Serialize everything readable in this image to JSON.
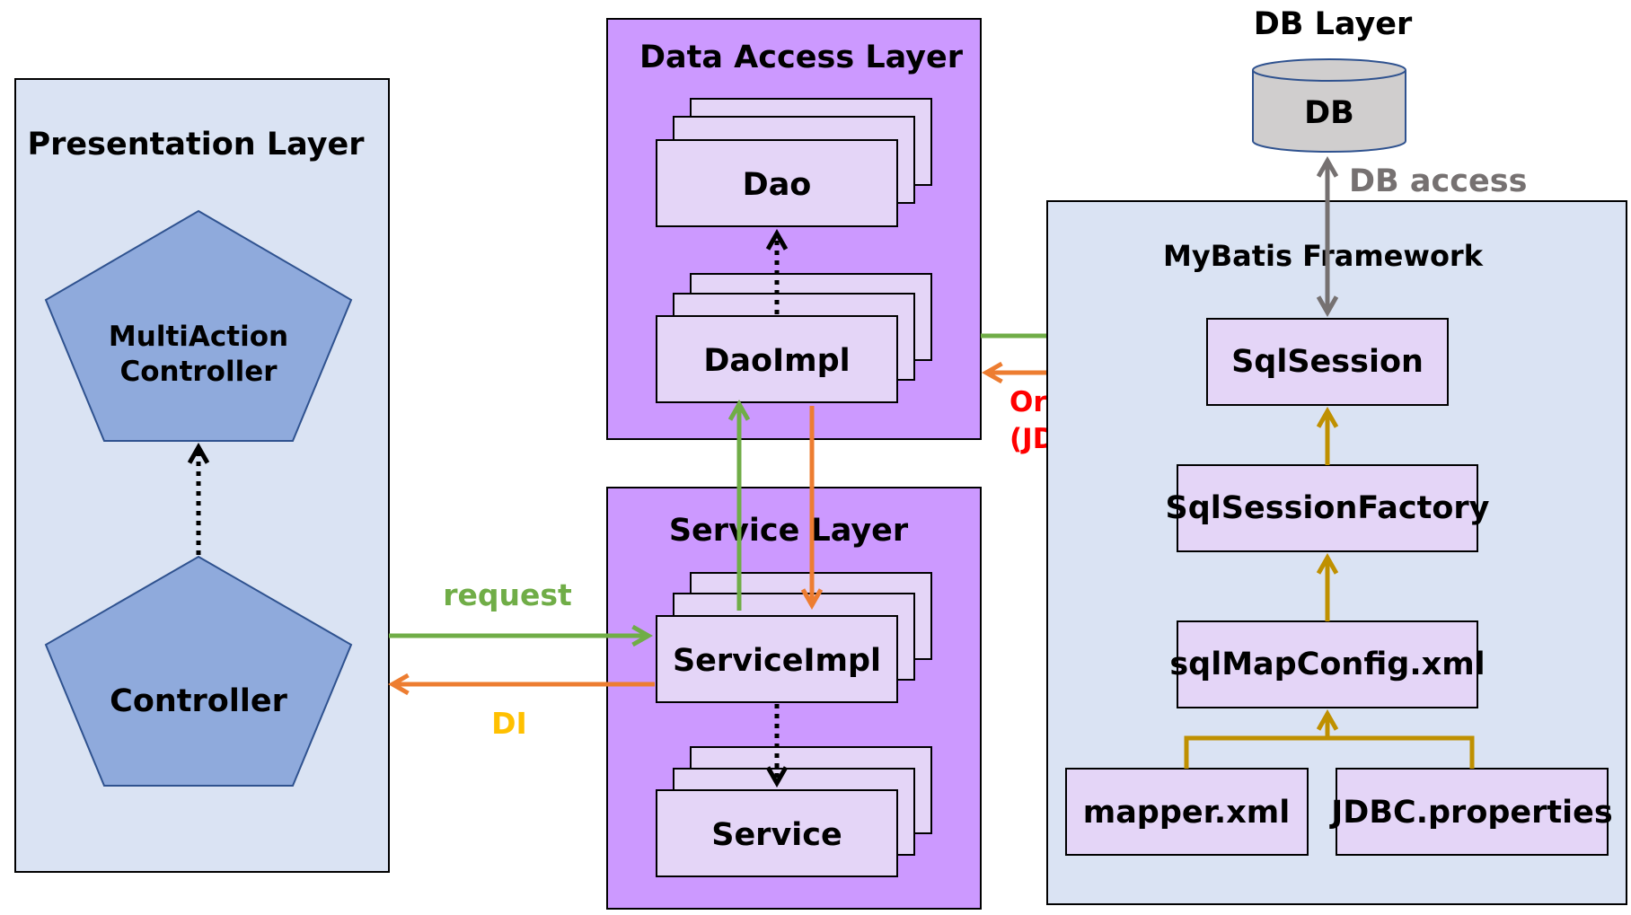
{
  "db_layer": {
    "title": "DB Layer",
    "db_label": "DB",
    "access_label": "DB access"
  },
  "presentation_layer": {
    "title": "Presentation Layer",
    "top_shape_line1": "MultiAction",
    "top_shape_line2": "Controller",
    "bottom_shape": "Controller"
  },
  "data_access_layer": {
    "title": "Data Access Layer",
    "dao": "Dao",
    "dao_impl": "DaoImpl"
  },
  "service_layer": {
    "title": "Service Layer",
    "service_impl": "ServiceImpl",
    "service": "Service"
  },
  "mybatis": {
    "title": "MyBatis Framework",
    "sql_session": "SqlSession",
    "sql_session_factory": "SqlSessionFactory",
    "sql_map_config": "sqlMapConfig.xml",
    "mapper": "mapper.xml",
    "jdbc_properties": "JDBC.properties"
  },
  "arrows": {
    "request": "request",
    "di": "DI",
    "oracle_line1": "Oracle 통신",
    "oracle_line2": "(JDBC)"
  },
  "colors": {
    "layer_blue_fill": "#dae3f3",
    "layer_purple_fill": "#cc99ff",
    "box_fill": "#e4d5f7",
    "pentagon_fill": "#8faadc",
    "pentagon_stroke": "#2f528f",
    "green": "#70ad47",
    "orange": "#ed7d31",
    "gold": "#bf9000",
    "gray": "#767171",
    "di_yellow": "#ffc000",
    "oracle_red": "#ff0000",
    "db_fill": "#d0cece"
  }
}
